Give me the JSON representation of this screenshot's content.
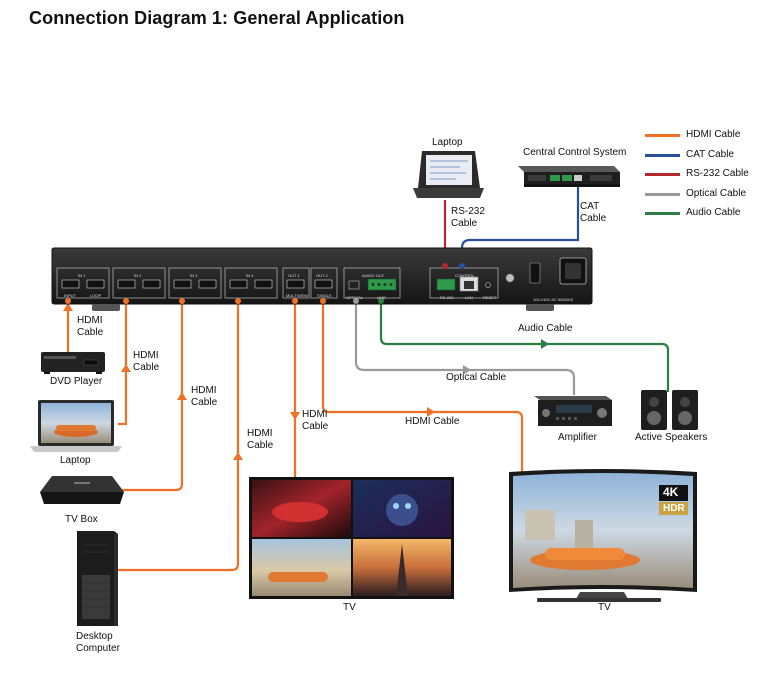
{
  "title": "Connection Diagram 1: General Application",
  "legend": [
    {
      "label": "HDMI Cable",
      "color": "#f07125"
    },
    {
      "label": "CAT Cable",
      "color": "#2a4f9c"
    },
    {
      "label": "RS-232 Cable",
      "color": "#b3282d"
    },
    {
      "label": "Optical Cable",
      "color": "#999999"
    },
    {
      "label": "Audio Cable",
      "color": "#2e7d43"
    }
  ],
  "devices": {
    "laptop_top": "Laptop",
    "central_control": "Central Control System",
    "dvd_player": "DVD Player",
    "laptop_left": "Laptop",
    "tv_box": "TV Box",
    "desktop": "Desktop\nComputer",
    "amplifier": "Amplifier",
    "speakers": "Active Speakers",
    "tv_multiview": "TV",
    "tv_single": "TV"
  },
  "cable_labels": {
    "rs232": "RS-232\nCable",
    "cat": "CAT\nCable",
    "hdmi_dvd": "HDMI\nCable",
    "hdmi_laptop": "HDMI\nCable",
    "hdmi_tvbox": "HDMI\nCable",
    "hdmi_desktop": "HDMI\nCable",
    "hdmi_multiview": "HDMI\nCable",
    "hdmi_single": "HDMI Cable",
    "audio": "Audio Cable",
    "optical": "Optical Cable"
  },
  "panel": {
    "inputs": [
      "IN 1",
      "IN 2",
      "IN 3",
      "IN 4"
    ],
    "input_label": "INPUT",
    "loop_label": "LOOP",
    "out1": "OUT 1",
    "out2": "OUT 2",
    "multiview": "MULTIVIEW",
    "single": "SINGLE",
    "audio_out": "AUDIO OUT",
    "optical": "OPTICAL",
    "line": "LINE",
    "control": "CONTROL",
    "rs232": "RS-232",
    "lan": "LAN",
    "reset": "RESET",
    "power": "100-240V AC 50/60HZ"
  },
  "tv_badges": {
    "resolution": "4K",
    "hdr": "HDR"
  }
}
